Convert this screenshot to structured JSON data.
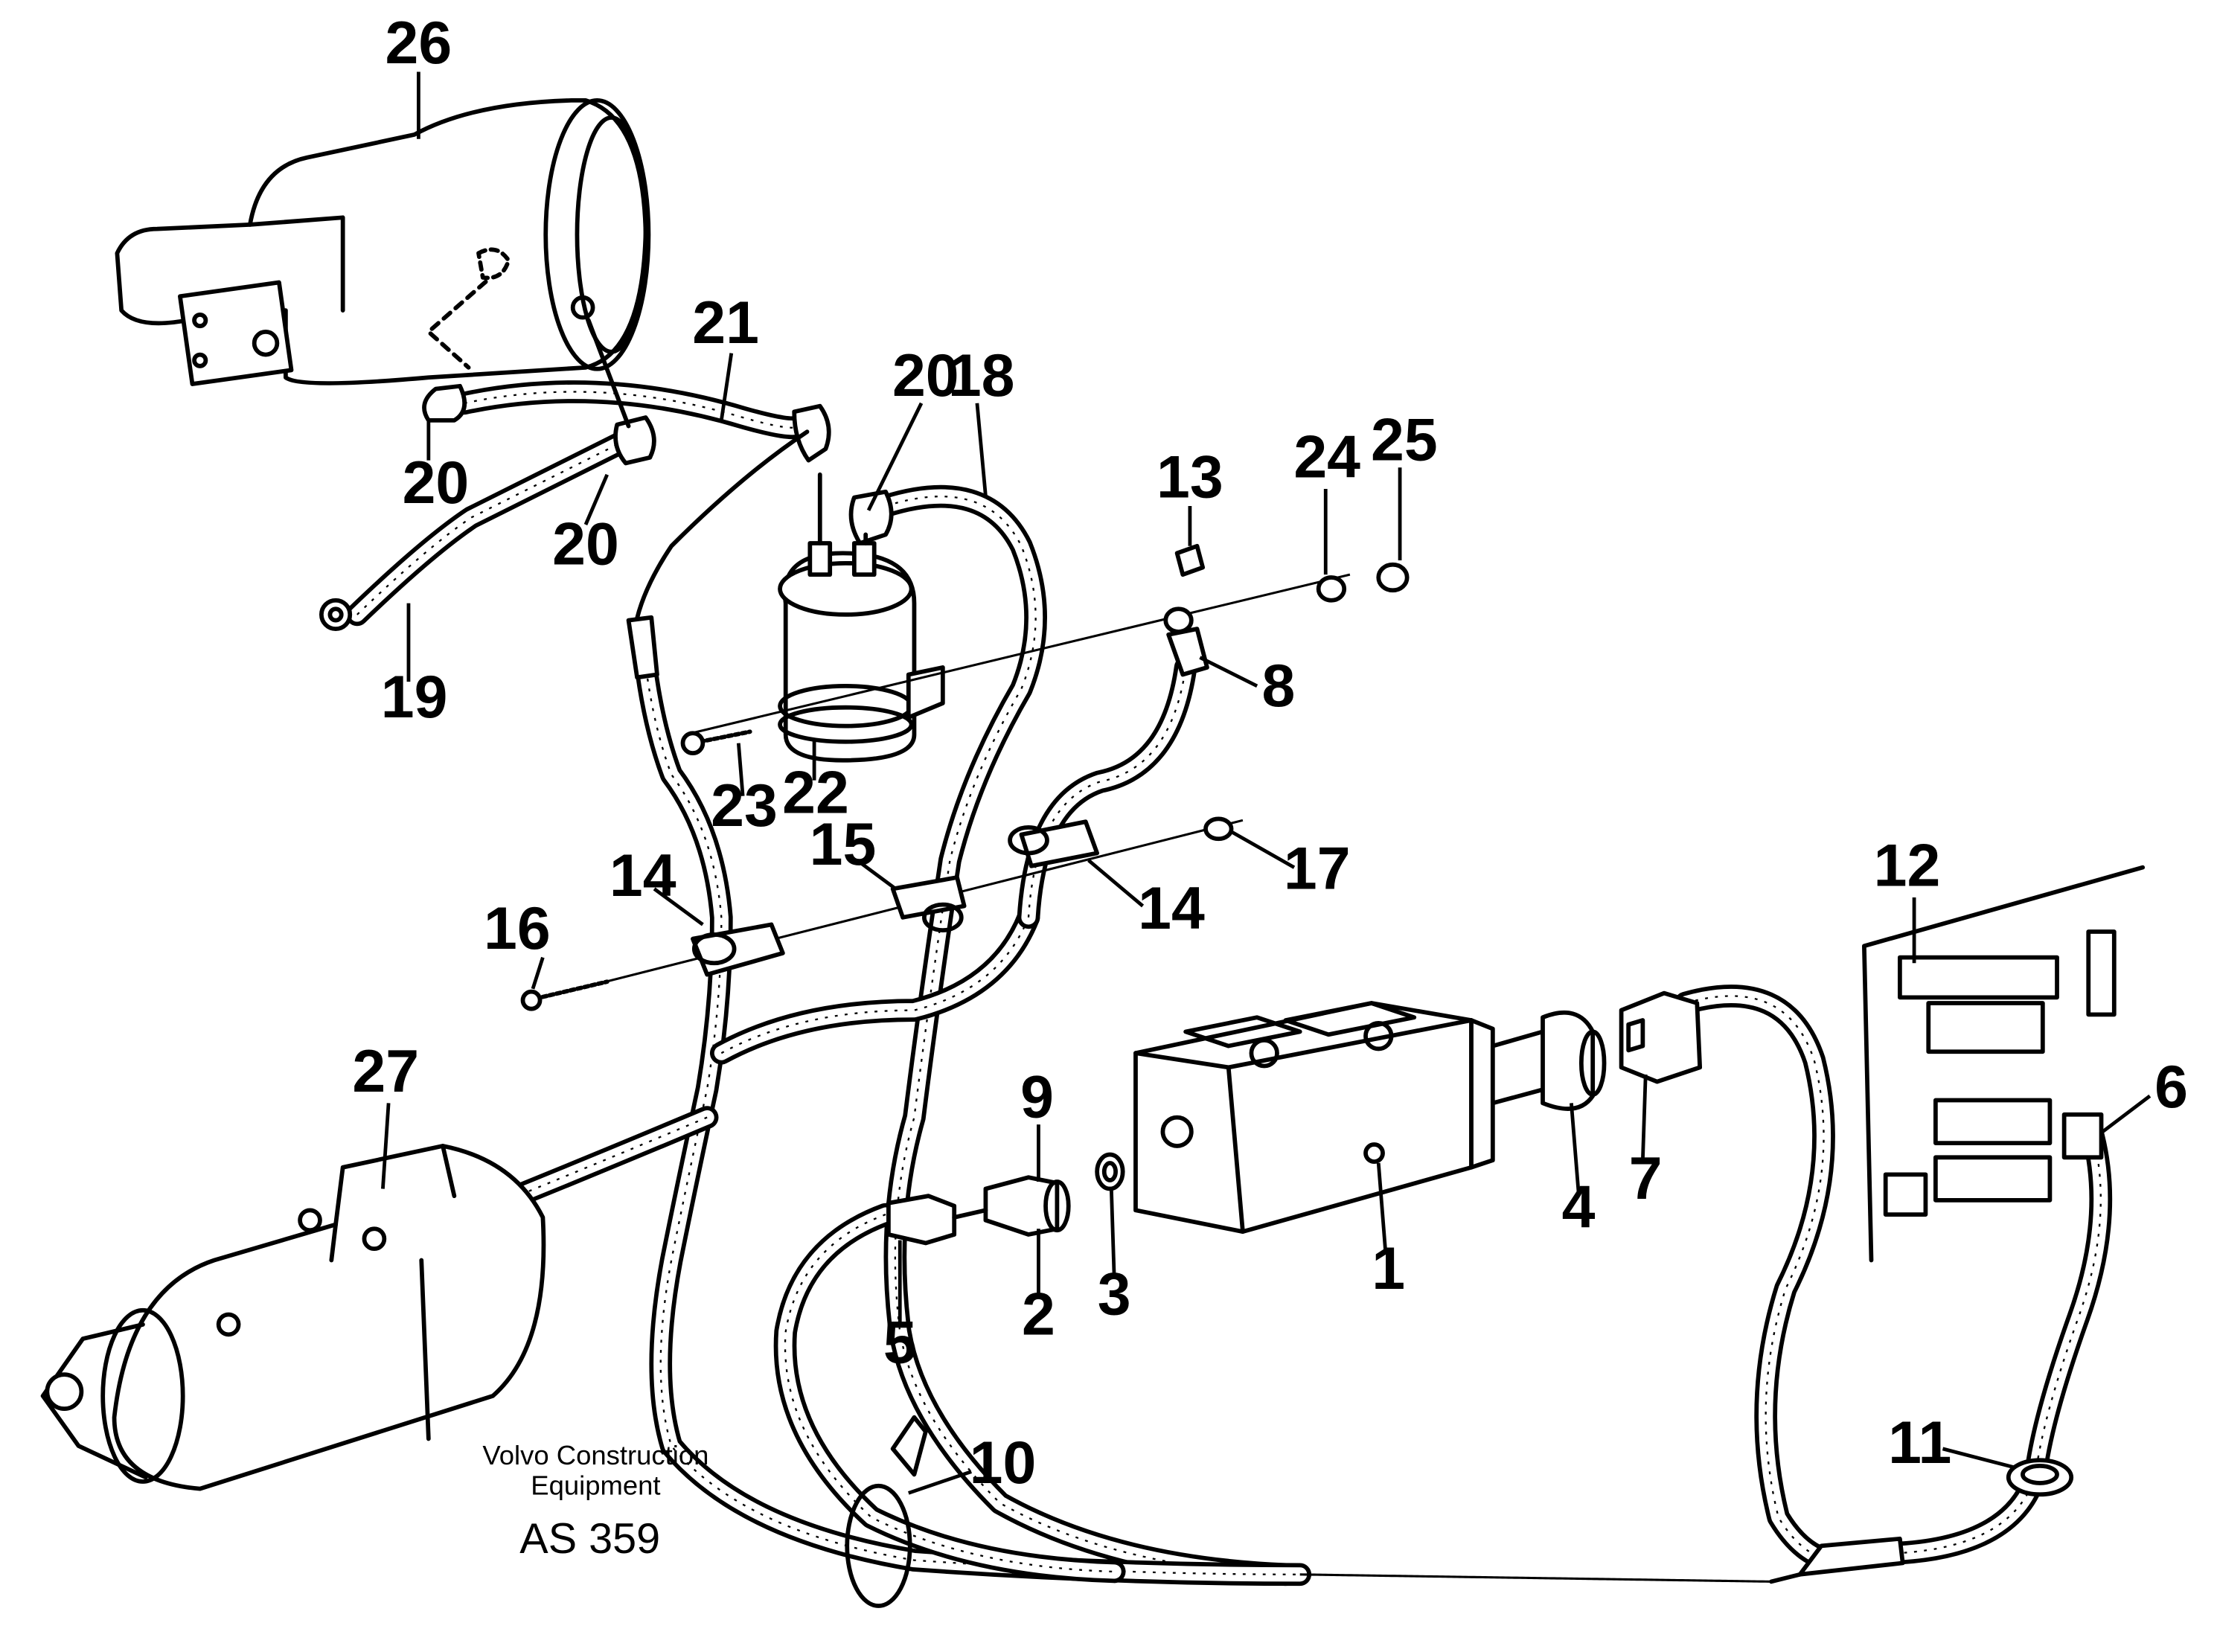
{
  "caption": {
    "maker_line1": "Volvo Construction",
    "maker_line2": "Equipment",
    "code": "AS 359"
  },
  "callouts": {
    "p1": "1",
    "p2": "2",
    "p3": "3",
    "p4": "4",
    "p5": "5",
    "p6": "6",
    "p7": "7",
    "p8": "8",
    "p9": "9",
    "p10": "10",
    "p11": "11",
    "p12": "12",
    "p13": "13",
    "p14a": "14",
    "p14b": "14",
    "p15": "15",
    "p16": "16",
    "p17": "17",
    "p18": "18",
    "p19": "19",
    "p20a": "20",
    "p20b": "20",
    "p20c": "20",
    "p21": "21",
    "p22": "22",
    "p23": "23",
    "p24": "24",
    "p25": "25",
    "p26": "26",
    "p27": "27"
  }
}
